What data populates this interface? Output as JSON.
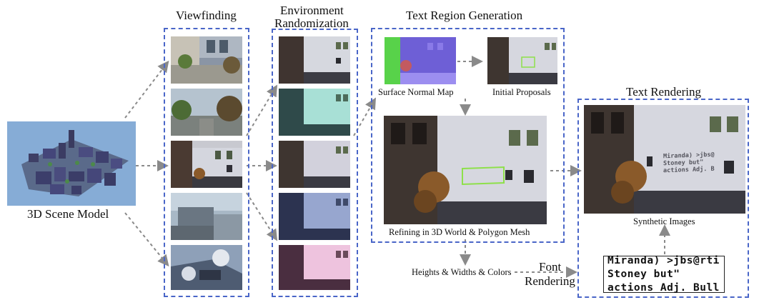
{
  "stages": {
    "scene_model": {
      "label": "3D Scene Model"
    },
    "viewfinding": {
      "title": "Viewfinding"
    },
    "environment": {
      "title_line1": "Environment",
      "title_line2": "Randomization"
    },
    "text_region": {
      "title": "Text Region Generation",
      "surface_normal": "Surface Normal Map",
      "initial_proposals": "Initial Proposals",
      "refining": "Refining in 3D World & Polygon Mesh"
    },
    "text_rendering": {
      "title": "Text Rendering",
      "synthetic": "Synthetic Images"
    }
  },
  "bottom": {
    "attributes": "Heights & Widths & Colors",
    "font_line1": "Font",
    "font_line2": "Rendering"
  },
  "stylized_text": {
    "line1": "Miranda) >jbs@rti",
    "line2": "Stoney but\"",
    "line3": "actions Adj. Bull"
  },
  "rendered_sign": {
    "line1": "Miranda) >jbs@rti",
    "line2": "Stoney but\"",
    "line3": "actions Adj. Bull"
  },
  "colors": {
    "dashed_box": "#4a66c8",
    "arrow": "#888888",
    "proposal_box": "#8ee04a"
  }
}
